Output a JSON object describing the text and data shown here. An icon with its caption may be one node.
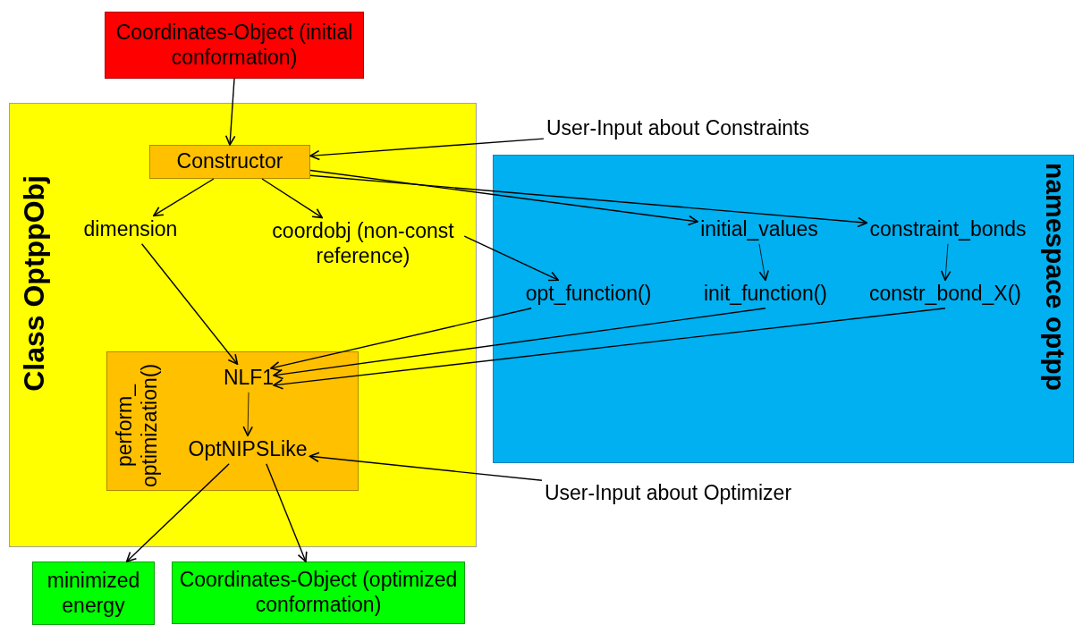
{
  "diagram": {
    "nodes": [
      {
        "text": [
          "Coordinates-Object (initial conformation)"
        ]
      },
      {
        "text": [
          "Class OptppObj"
        ]
      },
      {
        "text": [
          "Constructor"
        ],
        "in": 1
      },
      {
        "text": [
          "dimension"
        ],
        "in": 1
      },
      {
        "text": [
          "coordobj (non-const reference)"
        ],
        "in": 1
      },
      {
        "text": [
          "perform_ optimization()"
        ],
        "in": 1
      },
      {
        "text": [
          "NLF1"
        ],
        "in": 5
      },
      {
        "text": [
          "OptNIPSLike"
        ],
        "in": 5
      },
      {
        "text": [
          "namespace optpp"
        ]
      },
      {
        "text": [
          "initial_values"
        ],
        "in": 8
      },
      {
        "text": [
          "constraint_bonds"
        ],
        "in": 8
      },
      {
        "text": [
          "opt_function()"
        ],
        "in": 8
      },
      {
        "text": [
          "init_function()"
        ],
        "in": 8
      },
      {
        "text": [
          "constr_bond_X()"
        ],
        "in": 8
      },
      {
        "text": [
          "User-Input about Constraints"
        ]
      },
      {
        "text": [
          "User-Input about Optimizer"
        ]
      },
      {
        "text": [
          "minimized energy"
        ]
      },
      {
        "text": [
          "Coordinates-Object (optimized conformation)"
        ]
      }
    ],
    "edges": [
      {
        "from": 0,
        "to": 2,
        "arrow": "to"
      },
      {
        "from": 14,
        "to": 2,
        "arrow": "to"
      },
      {
        "from": 2,
        "to": 3,
        "arrow": "to"
      },
      {
        "from": 2,
        "to": 4,
        "arrow": "to"
      },
      {
        "from": 2,
        "to": 10,
        "arrow": "to"
      },
      {
        "from": 2,
        "to": 9,
        "arrow": "to"
      },
      {
        "from": 4,
        "to": 11,
        "arrow": "to"
      },
      {
        "from": 9,
        "to": 12,
        "arrow": "to"
      },
      {
        "from": 10,
        "to": 13,
        "arrow": "to"
      },
      {
        "from": 3,
        "to": 6,
        "arrow": "to"
      },
      {
        "from": 11,
        "to": 6,
        "arrow": "to"
      },
      {
        "from": 12,
        "to": 6,
        "arrow": "to"
      },
      {
        "from": 13,
        "to": 6,
        "arrow": "to"
      },
      {
        "from": 6,
        "to": 7,
        "arrow": "to"
      },
      {
        "from": 15,
        "to": 7,
        "arrow": "to"
      },
      {
        "from": 7,
        "to": 16,
        "arrow": "to"
      },
      {
        "from": 7,
        "to": 17,
        "arrow": "to"
      }
    ]
  }
}
